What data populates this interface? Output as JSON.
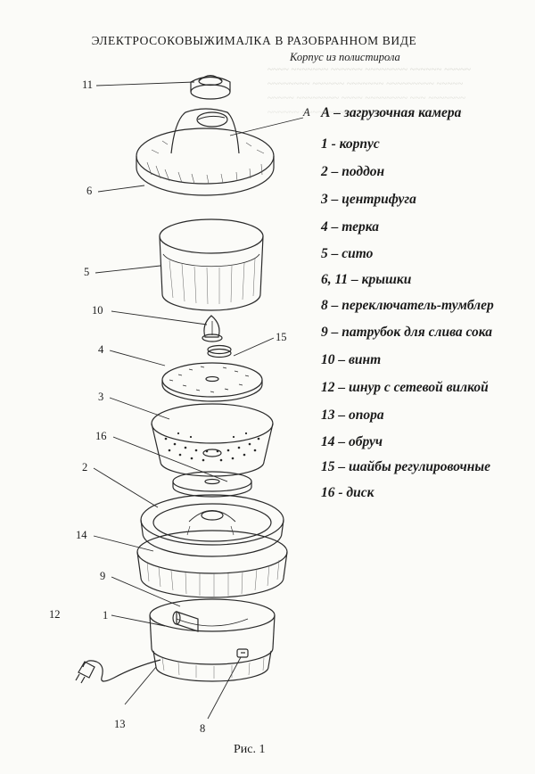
{
  "header": {
    "title": "ЭЛЕКТРОСОКОВЫЖИМАЛКА В РАЗОБРАННОМ ВИДЕ",
    "subtitle": "Корпус из полистирола"
  },
  "legend": [
    {
      "key": "A",
      "text": "А – загрузочная камера"
    },
    {
      "key": "1",
      "text": "1 - корпус"
    },
    {
      "key": "2",
      "text": "2 – поддон"
    },
    {
      "key": "3",
      "text": "3 – центрифуга"
    },
    {
      "key": "4",
      "text": "4 – терка"
    },
    {
      "key": "5",
      "text": "5 – сито"
    },
    {
      "key": "6-11",
      "text": "6, 11 – крышки"
    },
    {
      "key": "8",
      "text": "8 – переключатель-тумблер"
    },
    {
      "key": "9",
      "text": "9 – патрубок для слива сока"
    },
    {
      "key": "10",
      "text": "10 – винт"
    },
    {
      "key": "12",
      "text": "12 – шнур с сетевой вилкой"
    },
    {
      "key": "13",
      "text": "13 – опора"
    },
    {
      "key": "14",
      "text": "14 – обруч"
    },
    {
      "key": "15",
      "text": "15 – шайбы регулировочные"
    },
    {
      "key": "16",
      "text": "16 - диск"
    }
  ],
  "callouts": {
    "c11": "11",
    "cA": "А",
    "c6": "6",
    "c5": "5",
    "c10": "10",
    "c15": "15",
    "c4": "4",
    "c3": "3",
    "c16": "16",
    "c2": "2",
    "c14": "14",
    "c9": "9",
    "c12": "12",
    "c1": "1",
    "c13": "13",
    "c8": "8"
  },
  "caption": "Рис. 1"
}
